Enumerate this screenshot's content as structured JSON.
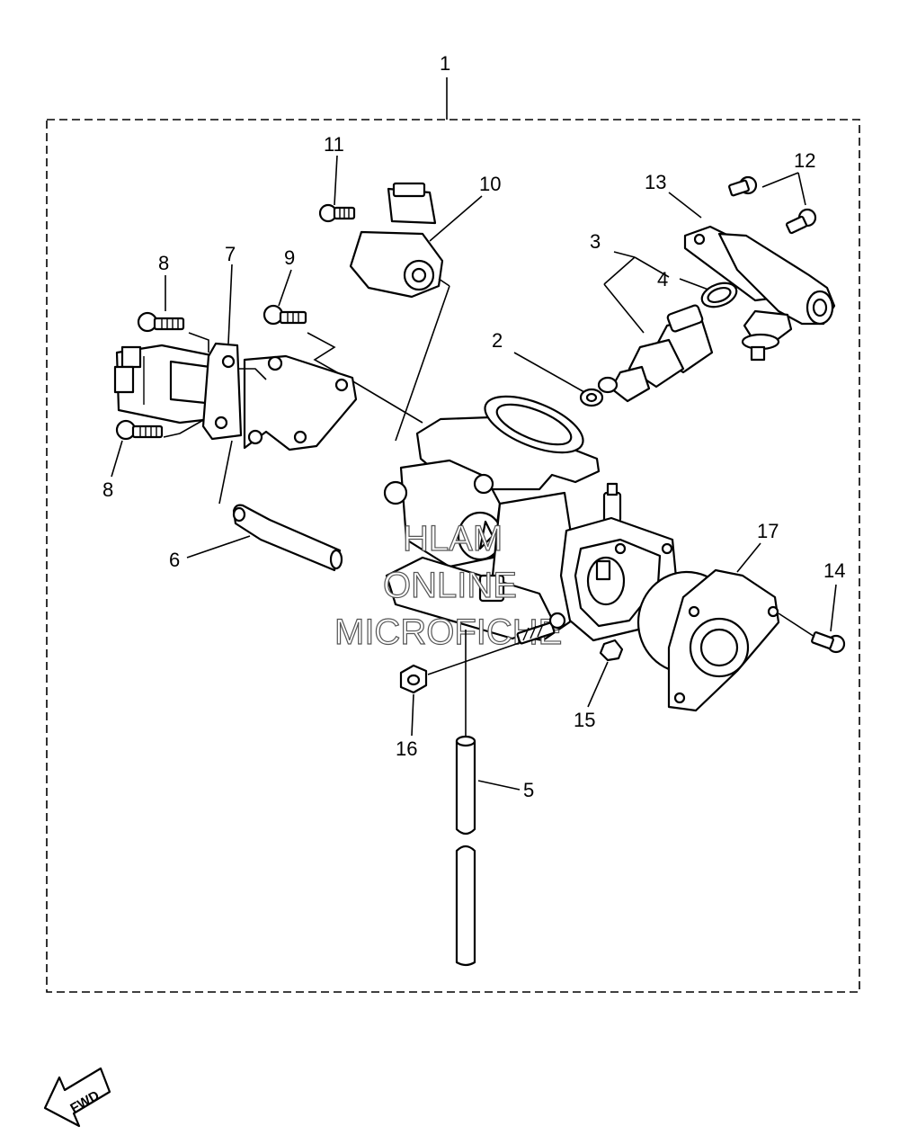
{
  "labels": {
    "p1": "1",
    "p2": "2",
    "p3": "3",
    "p4": "4",
    "p5": "5",
    "p6": "6",
    "p7": "7",
    "p8a": "8",
    "p8b": "8",
    "p9": "9",
    "p10": "10",
    "p11": "11",
    "p12": "12",
    "p13": "13",
    "p14": "14",
    "p15": "15",
    "p16": "16",
    "p17": "17"
  },
  "watermark": [
    "HLAM",
    "ONLINE",
    "MICROFICHE"
  ],
  "direction": {
    "text": "FWD"
  }
}
